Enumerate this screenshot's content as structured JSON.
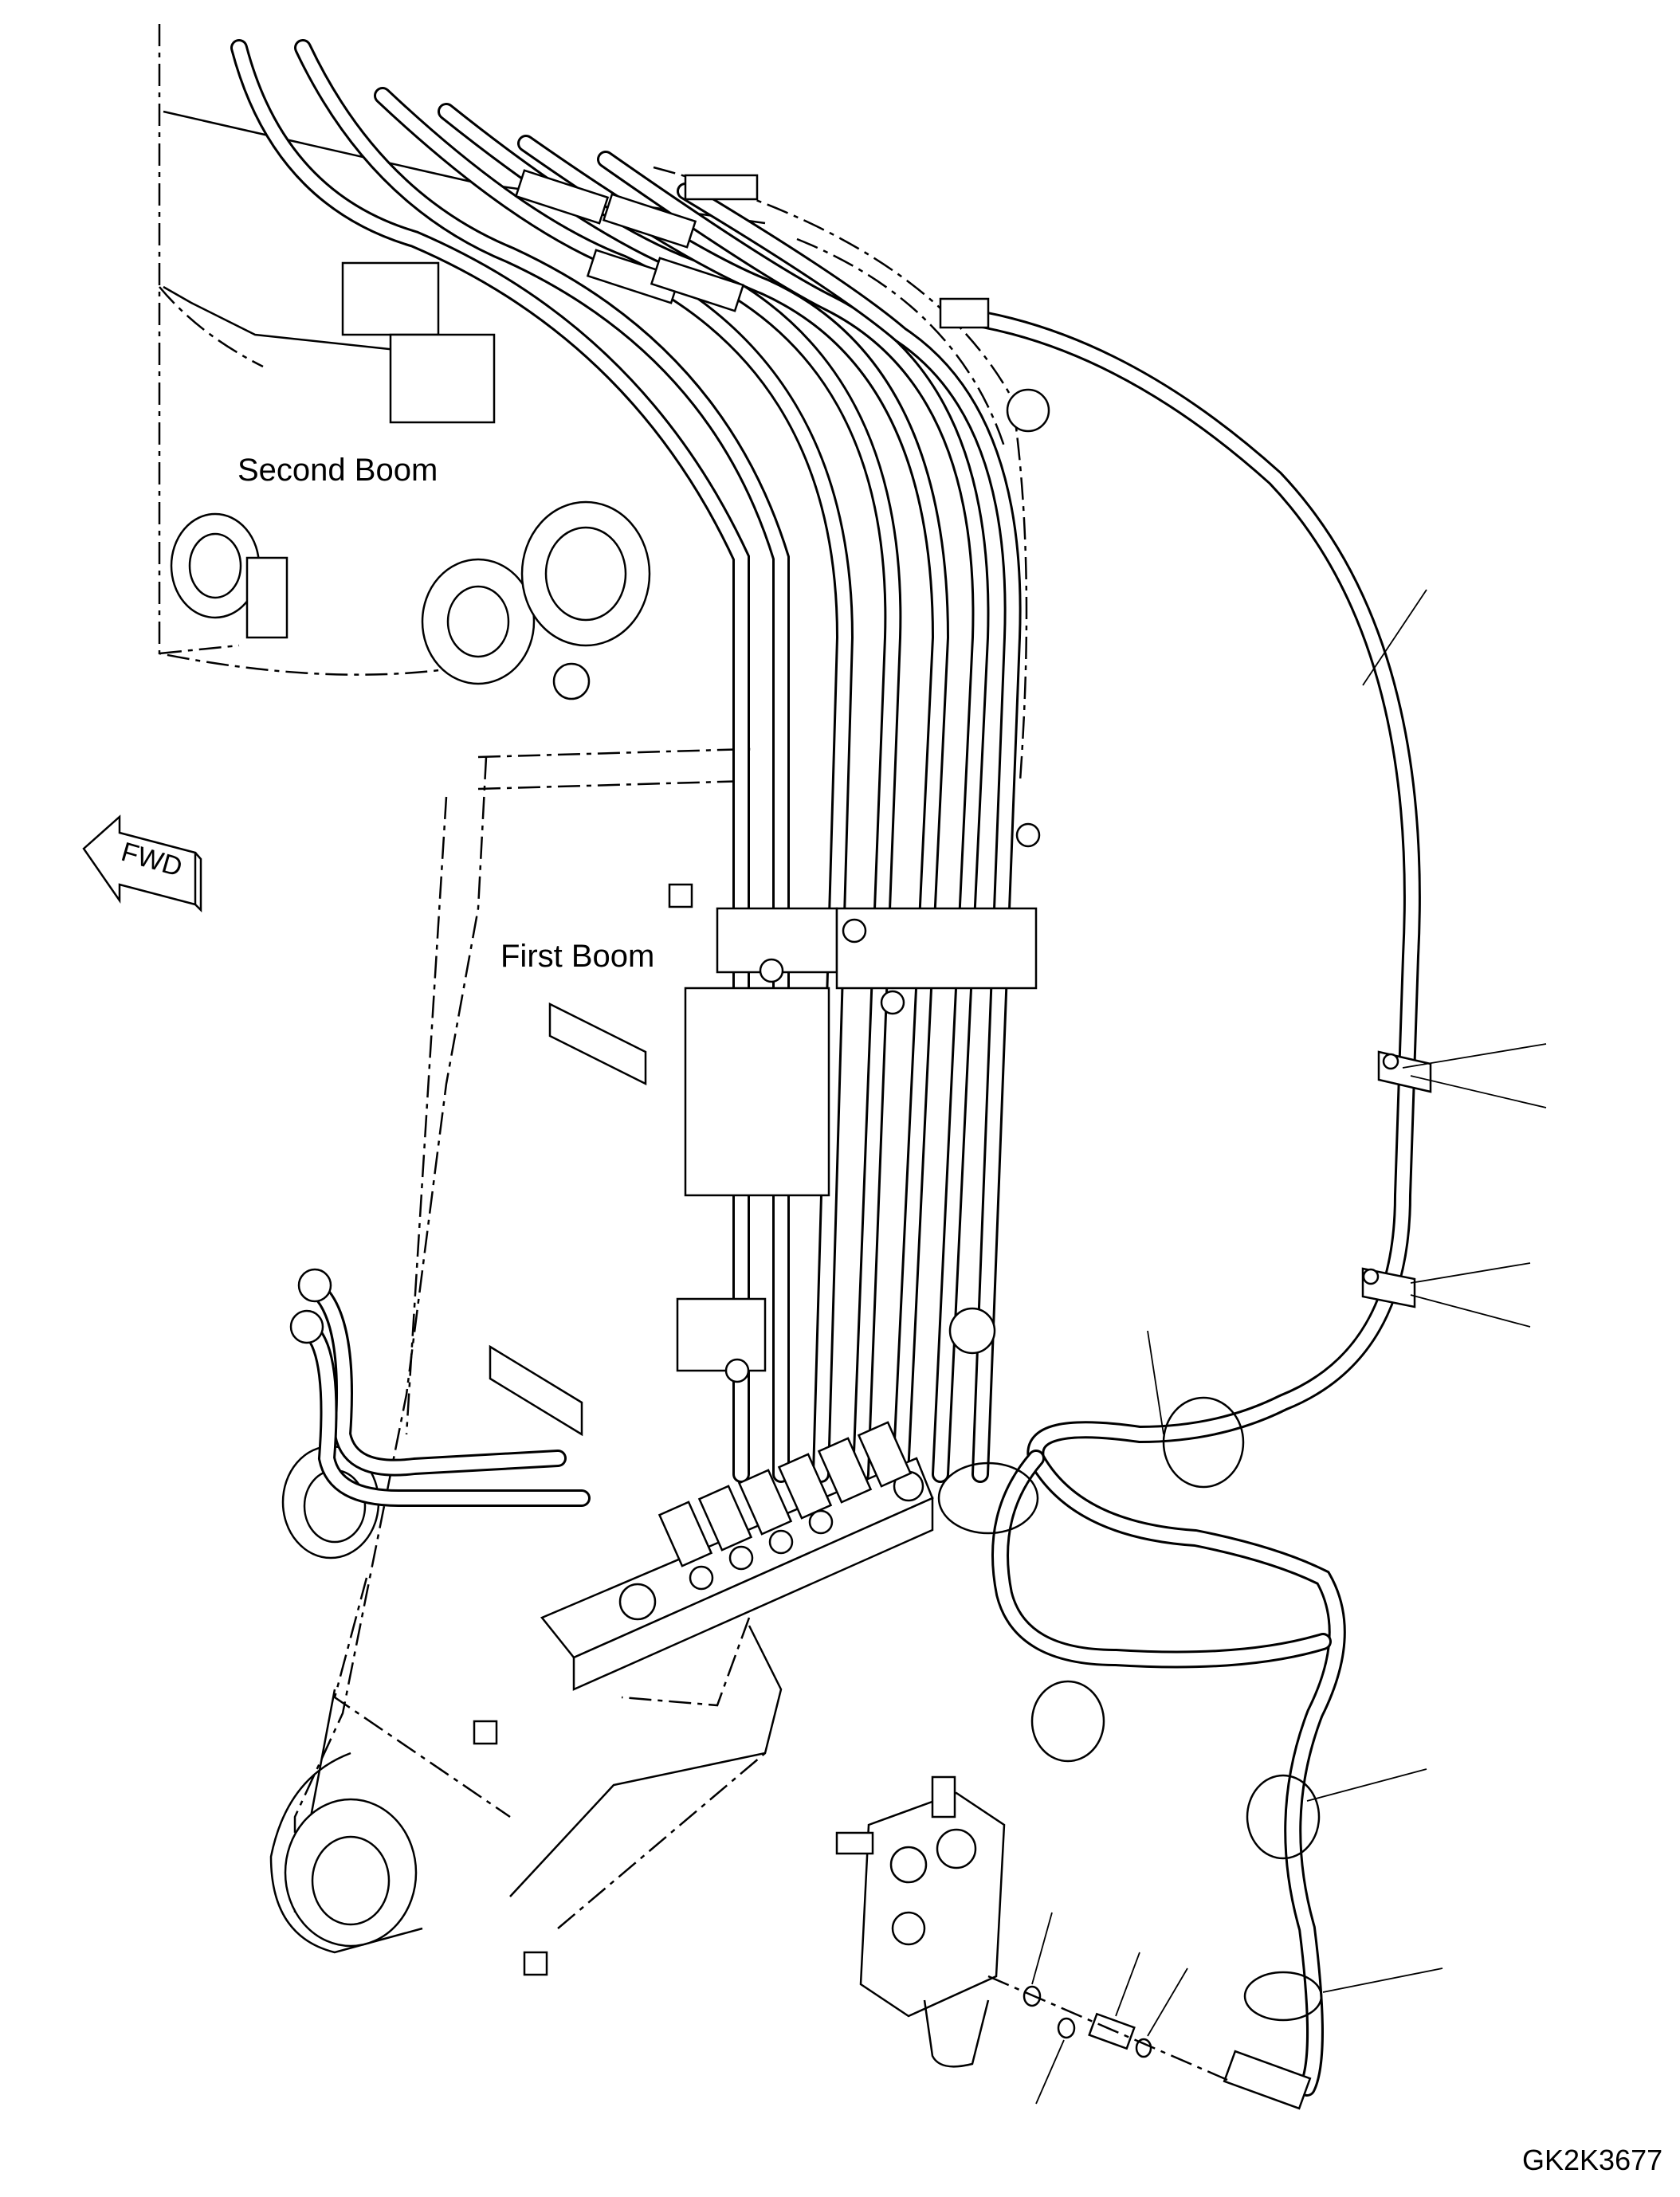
{
  "labels": {
    "second_boom": "Second Boom",
    "first_boom": "First Boom",
    "fwd": "FWD",
    "figure_id": "GK2K3677"
  }
}
